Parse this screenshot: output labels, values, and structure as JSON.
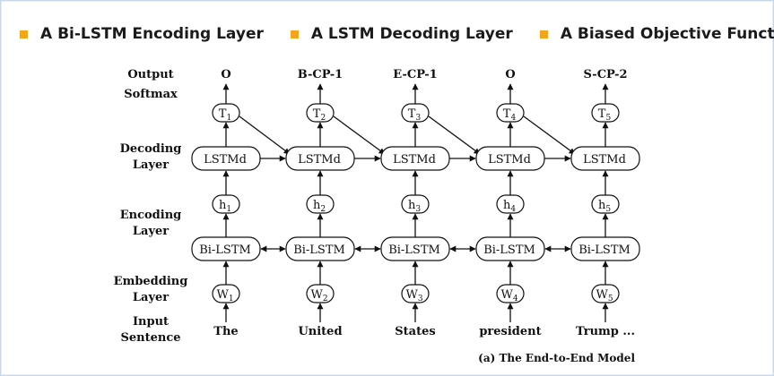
{
  "header": {
    "items": [
      {
        "label": "A Bi-LSTM Encoding Layer",
        "bullet_color": "#f3a51b"
      },
      {
        "label": "A LSTM Decoding Layer",
        "bullet_color": "#f3a51b"
      },
      {
        "label": "A Biased Objective Function",
        "bullet_color": "#f3a51b"
      }
    ]
  },
  "diagram": {
    "row_labels": {
      "output": "Output",
      "softmax": "Softmax",
      "decoding": [
        "Decoding",
        "Layer"
      ],
      "encoding": [
        "Encoding",
        "Layer"
      ],
      "embedding": [
        "Embedding",
        "Layer"
      ],
      "input": [
        "Input",
        "Sentence"
      ]
    },
    "columns": [
      {
        "output": "O",
        "tag": "T",
        "tag_sub": "1",
        "decoder": "LSTMd",
        "hidden": "h",
        "hidden_sub": "1",
        "encoder": "Bi-LSTM",
        "word": "W",
        "word_sub": "1",
        "input": "The"
      },
      {
        "output": "B-CP-1",
        "tag": "T",
        "tag_sub": "2",
        "decoder": "LSTMd",
        "hidden": "h",
        "hidden_sub": "2",
        "encoder": "Bi-LSTM",
        "word": "W",
        "word_sub": "2",
        "input": "United"
      },
      {
        "output": "E-CP-1",
        "tag": "T",
        "tag_sub": "3",
        "decoder": "LSTMd",
        "hidden": "h",
        "hidden_sub": "3",
        "encoder": "Bi-LSTM",
        "word": "W",
        "word_sub": "3",
        "input": "States"
      },
      {
        "output": "O",
        "tag": "T",
        "tag_sub": "4",
        "decoder": "LSTMd",
        "hidden": "h",
        "hidden_sub": "4",
        "encoder": "Bi-LSTM",
        "word": "W",
        "word_sub": "4",
        "input": "president"
      },
      {
        "output": "S-CP-2",
        "tag": "T",
        "tag_sub": "5",
        "decoder": "LSTMd",
        "hidden": "h",
        "hidden_sub": "5",
        "encoder": "Bi-LSTM",
        "word": "W",
        "word_sub": "5",
        "input": "Trump ..."
      }
    ],
    "caption": "(a) The End-to-End Model"
  }
}
